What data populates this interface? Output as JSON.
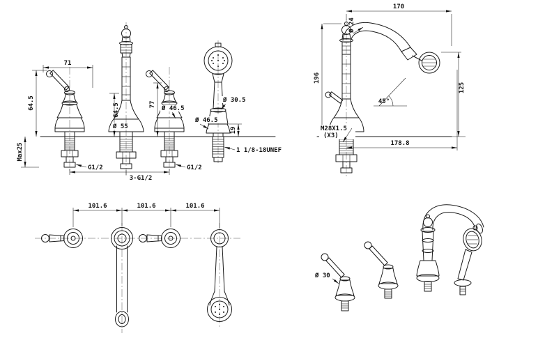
{
  "drawing": {
    "front_view": {
      "dim_71": "71",
      "dim_64_5_left": "64.5",
      "dim_max25": "Max25",
      "dim_64_5_mid": "64.5",
      "dim_77": "77",
      "dia_55": "Ø 55",
      "dia_46_5_a": "Ø 46.5",
      "dia_46_5_b": "Ø 46.5",
      "dia_30_5": "Ø 30.5",
      "dim_19": "19",
      "thread_g12_left": "G1/2",
      "thread_g12_center": "3-G1/2",
      "thread_g12_right": "G1/2",
      "thread_unef": "1 1/8-18UNEF"
    },
    "side_view": {
      "dim_170": "170",
      "dia_24": "Ø 24",
      "dim_196": "196",
      "dim_125": "125",
      "angle_45": "45°",
      "thread_m28": "M28X1.5",
      "thread_m28_qty": "(X3)",
      "dim_178_8": "178.8"
    },
    "top_view": {
      "pitch_a": "101.6",
      "pitch_b": "101.6",
      "pitch_c": "101.6"
    },
    "perspective_view": {
      "dia_30": "Ø 30"
    }
  }
}
